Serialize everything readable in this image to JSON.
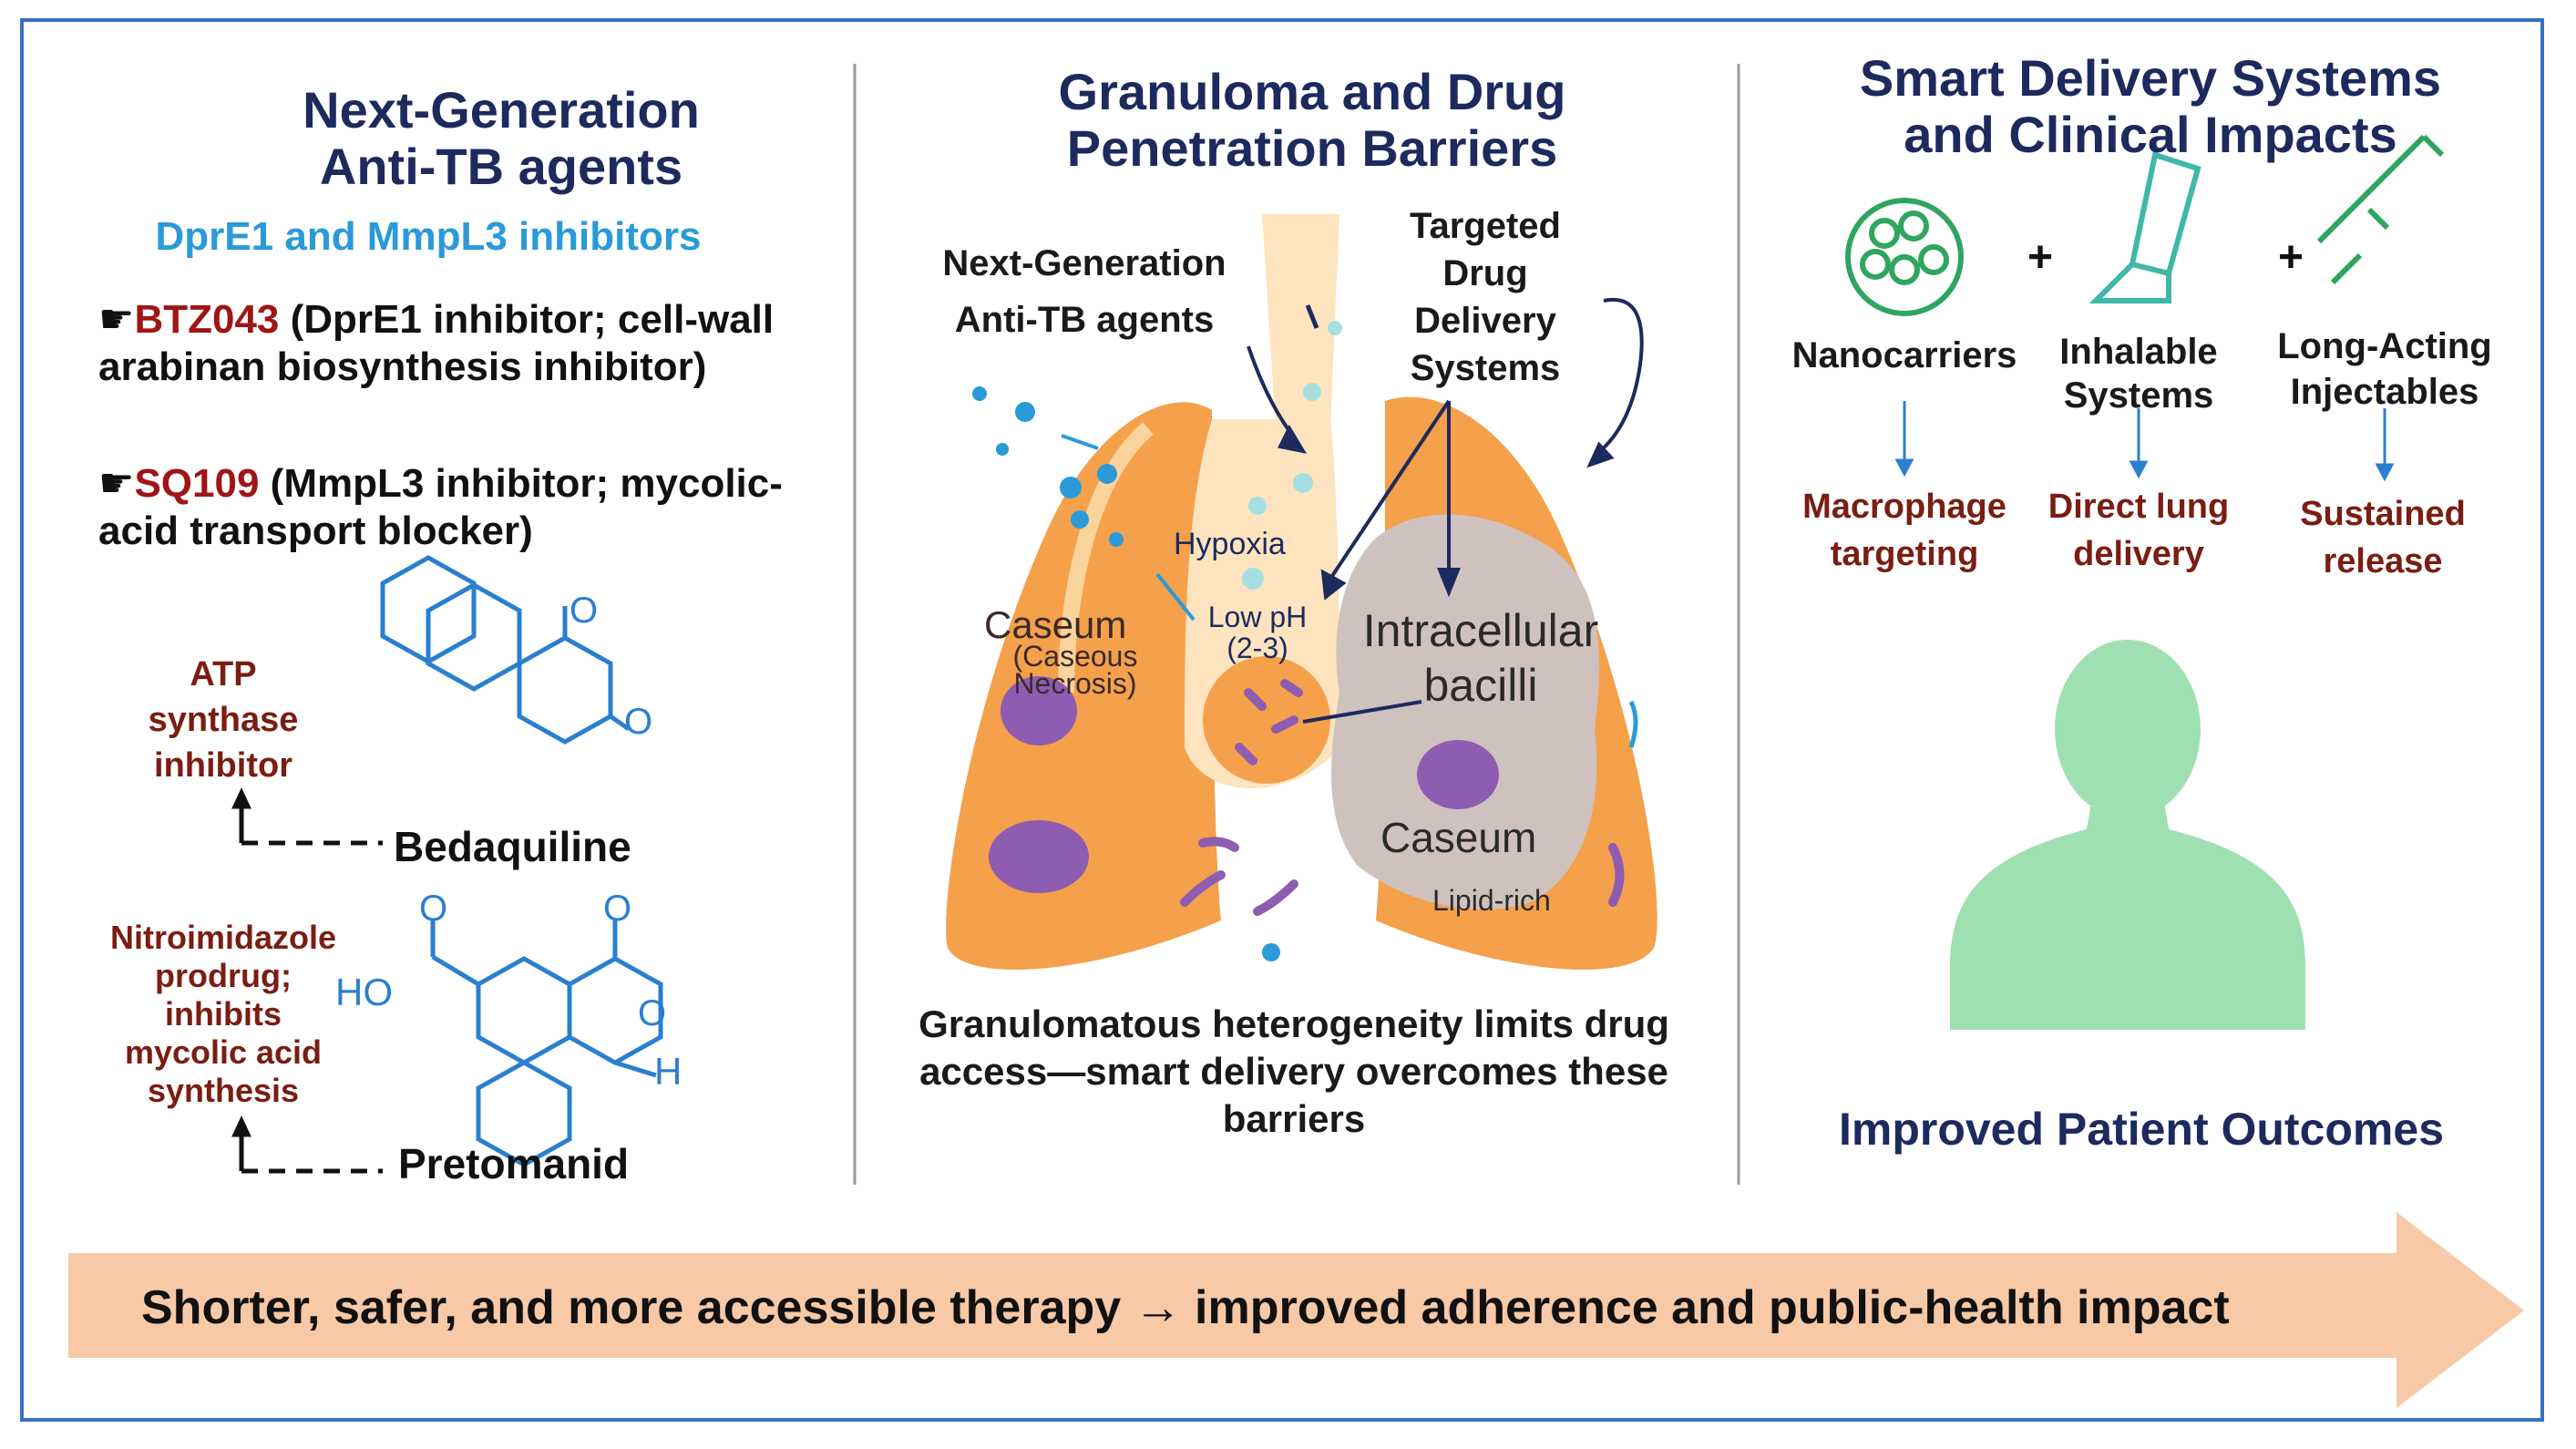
{
  "colors": {
    "frame": "#3a6fc4",
    "title": "#1c2a5e",
    "subtitle_blue": "#2a9ad8",
    "drug_red": "#a01515",
    "maroon": "#7a1d12",
    "lung_orange": "#f5a04a",
    "caseum_purple": "#8e5cb0",
    "person_green": "#9fe0b2",
    "arrow_peach": "#f7c9a6",
    "icon_green": "#2fa55f",
    "icon_teal": "#3fb8a8"
  },
  "left": {
    "title": "Next-Generation\nAnti-TB agents",
    "subtitle": "DprE1 and MmpL3 inhibitors",
    "bullet1_marker": "☛",
    "bullet1_drug": "BTZ043",
    "bullet1_text": " (DprE1 inhibitor; cell-wall arabinan biosynthesis inhibitor)",
    "bullet2_marker": "☛",
    "bullet2_drug": "SQ109",
    "bullet2_text": " (MmpL3 inhibitor; mycolic-acid transport blocker)",
    "bedaquiline_action": "ATP\nsynthase\ninhibitor",
    "bedaquiline_name": "Bedaquiline",
    "pretomanid_action": "Nitroimidazole\nprodrug;\ninhibits\nmycolic acid\nsynthesis",
    "pretomanid_name": "Pretomanid",
    "struct1_o": "O",
    "struct1_o2": "O",
    "struct2_o": "O",
    "struct2_o2": "O",
    "struct2_ho": "HO",
    "struct2_h": "H"
  },
  "middle": {
    "title": "Granuloma and Drug\nPenetration Barriers",
    "next_gen": "Next-Generation\nAnti-TB agents",
    "targeted": "Targeted\nDrug\nDelivery\nSystems",
    "hypoxia": "Hypoxia",
    "low_ph": "Low pH\n(2-3)",
    "caseum_left": "Caseum",
    "caseous": "(Caseous\nNecrosis)",
    "intracellular": "Intracellular\nbacilli",
    "caseum_right": "Caseum",
    "lipid": "Lipid-rich",
    "caption": "Granulomatous heterogeneity limits drug\naccess—smart delivery overcomes these\nbarriers"
  },
  "right": {
    "title": "Smart Delivery Systems\nand Clinical Impacts",
    "plus1": "+",
    "plus2": "+",
    "nano": "Nanocarriers",
    "inhal": "Inhalable\nSystems",
    "longact": "Long-Acting\nInjectables",
    "nano_out": "Macrophage\ntargeting",
    "inhal_out": "Direct lung\ndelivery",
    "longact_out": "Sustained\nrelease",
    "outcome": "Improved Patient Outcomes"
  },
  "banner": {
    "text": "Shorter, safer, and more accessible therapy → improved adherence and public-health impact"
  },
  "icons": [
    "nanoparticle-icon",
    "inhaler-icon",
    "syringe-icon",
    "person-icon",
    "lungs-illustration"
  ]
}
